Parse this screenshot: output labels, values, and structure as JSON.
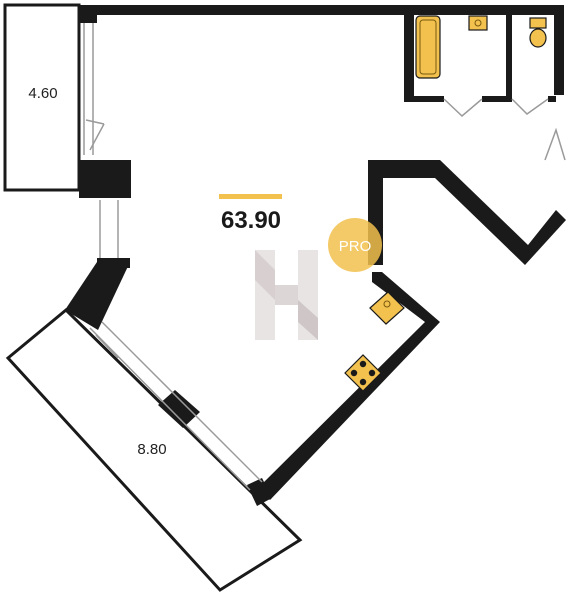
{
  "plan": {
    "total_area": "63.90",
    "rooms": [
      {
        "id": "balcony-left",
        "area": "4.60"
      },
      {
        "id": "loggia-bottom",
        "area": "8.80"
      }
    ],
    "badge": {
      "text": "PRO"
    },
    "colors": {
      "wall": "#1a1a1a",
      "accent": "#f2c14e",
      "fixture_fill": "#f2c14e",
      "logo_light": "#e8e4e4",
      "logo_dark": "#cfc7c7"
    },
    "icons": [
      "bathtub-icon",
      "sink-icon",
      "toilet-icon",
      "kitchen-sink-icon",
      "stove-icon",
      "logo-h-icon"
    ]
  }
}
